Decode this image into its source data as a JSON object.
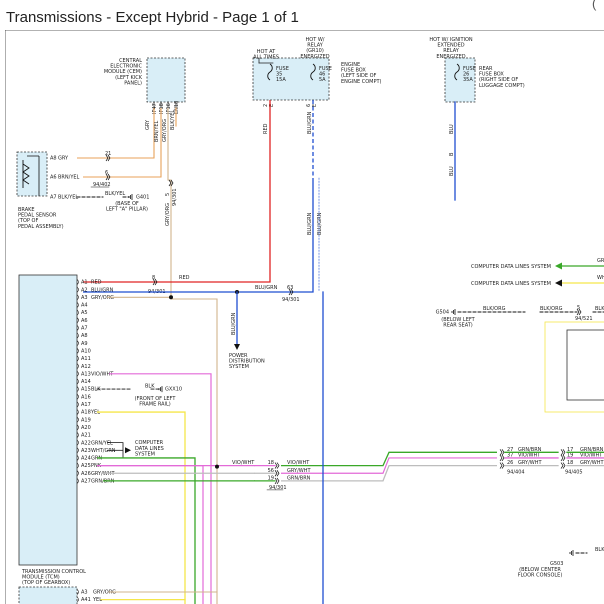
{
  "page": {
    "title": "Transmissions - Except Hybrid - Page 1 of 1",
    "corner_char": "("
  },
  "colors": {
    "red": "#e02424",
    "blue": "#1f4fd1",
    "tan": "#d2b48c",
    "orange": "#e8a25a",
    "yellow": "#f5e64a",
    "violet": "#e36ad8",
    "green": "#3aa829",
    "module_fill": "#d9eef7"
  },
  "cem": {
    "lines": [
      "CENTRAL",
      "ELECTRONIC",
      "MODULE (CEM)",
      "(LEFT KICK",
      "PANEL)"
    ],
    "pins": [
      "IP47",
      "IP18",
      "IP16",
      "EN18"
    ],
    "wires": [
      "GRY",
      "BRN/YEL",
      "GRY/ORG",
      "BLK/YEL"
    ]
  },
  "fuse_hot_at_all_times": {
    "hot_lines": [
      "HOT AT",
      "ALL TIMES"
    ],
    "fuse_lines": [
      "FUSE",
      "35",
      "15A"
    ],
    "pin": "2",
    "pin_circled": "E"
  },
  "fuse_hot_relay": {
    "hot_lines": [
      "HOT W/",
      "RELAY",
      "(GR10)",
      "ENERGIZED"
    ],
    "fuse_lines": [
      "FUSE",
      "46",
      "5A"
    ],
    "pin": "6",
    "pin_circled": "E"
  },
  "engine_fuse_box": {
    "lines": [
      "ENGINE",
      "FUSE BOX",
      "(LEFT SIDE OF",
      "ENGINE COMPT)"
    ]
  },
  "rear_fuse": {
    "hot_lines": [
      "HOT W/ IGNITION",
      "EXTENDED",
      "RELAY",
      "ENERGIZED"
    ],
    "fuse_lines": [
      "FUSE",
      "26",
      "35A"
    ],
    "box_lines": [
      "REAR",
      "FUSE BOX",
      "(RIGHT SIDE OF",
      "LUGGAGE COMPT)"
    ],
    "pin": "B",
    "wire": "BLU"
  },
  "brake_sensor": {
    "pins": [
      "A8",
      "A6",
      "A7"
    ],
    "wires": [
      "GRY",
      "BRN/YEL",
      "BLK/YEL"
    ],
    "connector_nums": [
      "21",
      "6"
    ],
    "connector_ref": "94/402",
    "ground": "G401",
    "ground_lines": [
      "(BASE OF",
      "LEFT \"A\" PILLAR)"
    ],
    "label_lines": [
      "BRAKE",
      "PEDAL SENSOR",
      "(TOP OF",
      "PEDAL ASSEMBLY)"
    ]
  },
  "tcm": {
    "label_lines": [
      "TRANSMISSION CONTROL",
      "MODULE (TCM)",
      "(TOP OF GEARBOX)"
    ],
    "pins": [
      {
        "pin": "A1",
        "wire": "RED"
      },
      {
        "pin": "A2",
        "wire": "BLU/GRN"
      },
      {
        "pin": "A3",
        "wire": "GRY/ORG"
      },
      {
        "pin": "A4",
        "wire": ""
      },
      {
        "pin": "A5",
        "wire": ""
      },
      {
        "pin": "A6",
        "wire": ""
      },
      {
        "pin": "A7",
        "wire": ""
      },
      {
        "pin": "A8",
        "wire": ""
      },
      {
        "pin": "A9",
        "wire": ""
      },
      {
        "pin": "A10",
        "wire": ""
      },
      {
        "pin": "A11",
        "wire": ""
      },
      {
        "pin": "A12",
        "wire": ""
      },
      {
        "pin": "A13",
        "wire": "VIO/WHT"
      },
      {
        "pin": "A14",
        "wire": ""
      },
      {
        "pin": "A15",
        "wire": "BLK"
      },
      {
        "pin": "A16",
        "wire": ""
      },
      {
        "pin": "A17",
        "wire": ""
      },
      {
        "pin": "A18",
        "wire": "YEL"
      },
      {
        "pin": "A19",
        "wire": ""
      },
      {
        "pin": "A20",
        "wire": ""
      },
      {
        "pin": "A21",
        "wire": ""
      },
      {
        "pin": "A22",
        "wire": "GRN/YEL"
      },
      {
        "pin": "A23",
        "wire": "WHT/GRN"
      },
      {
        "pin": "A24",
        "wire": "GRN"
      },
      {
        "pin": "A25",
        "wire": "PNK"
      },
      {
        "pin": "A26",
        "wire": "GRY/WHT"
      },
      {
        "pin": "A27",
        "wire": "GRN/BRN"
      }
    ]
  },
  "lower_module": {
    "pins": [
      {
        "pin": "A3",
        "wire": "GRY/ORG"
      },
      {
        "pin": "A41",
        "wire": "YEL"
      }
    ]
  },
  "wiring": {
    "red_conn": "8",
    "red_conn_ref": "94/301",
    "red_label": "RED",
    "blugrn_label": "BLU/GRN",
    "blugrn_conn": "63",
    "blugrn_conn_ref": "94/301",
    "blugrn_vert_label": "BLU/GRN",
    "blugrn_vert_label2": "BLU/GRN",
    "fuse35_wire": "RED",
    "fuse46_wire": "BLU/GRN",
    "grygrn_conn": "5",
    "grygrn_conn_ref": "94/301",
    "grygrn_label": "GRY/ORG",
    "power_dist_lines": [
      "POWER",
      "DISTRIBUTION",
      "SYSTEM"
    ],
    "power_dist_wire": "BLU/GRN",
    "blk_a15": "BLK",
    "ground_gxx": "GXX10",
    "ground_gxx_lines": [
      "(FRONT OF LEFT",
      "FRAME RAIL)"
    ],
    "computer_data_lines": [
      "COMPUTER",
      "DATA LINES",
      "SYSTEM"
    ],
    "computer_data_right_1": "COMPUTER DATA LINES SYSTEM",
    "computer_data_right_2": "COMPUTER DATA LINES SYSTEM",
    "right_wire_1": "GRN",
    "right_wire_2": "WHT",
    "vio_wht_left": "VIO/WHT",
    "mid_conns": [
      {
        "num": "18",
        "wire": "VIO/WHT"
      },
      {
        "num": "56",
        "wire": "GRY/WHT"
      },
      {
        "num": "19",
        "wire": "GRN/BRN"
      }
    ],
    "mid_conn_ref": "94/301",
    "right_conns_a": [
      {
        "num": "27",
        "wire": "GRN/BRN"
      },
      {
        "num": "37",
        "wire": "VIO/WHT"
      },
      {
        "num": "26",
        "wire": "GRY/WHT"
      }
    ],
    "right_conn_ref_a": "94/404",
    "right_conns_b": [
      {
        "num": "17",
        "wire": "GRN/BRN"
      },
      {
        "num": "19",
        "wire": "VIO/WHT"
      },
      {
        "num": "18",
        "wire": "GRY/WHT"
      }
    ],
    "right_conn_ref_b": "94/405",
    "g504": "G504",
    "g504_lines": [
      "(BELOW LEFT",
      "REAR SEAT)"
    ],
    "g504_wire": "BLK/ORG",
    "g504_wire2": "BLK/ORG",
    "g504_conn": "5",
    "g504_conn_ref": "94/521",
    "g504_right_wire": "BLK",
    "g503": "G503",
    "g503_lines": [
      "(BELOW CENTER",
      "FLOOR CONSOLE)"
    ],
    "g503_wire": "BLK"
  }
}
